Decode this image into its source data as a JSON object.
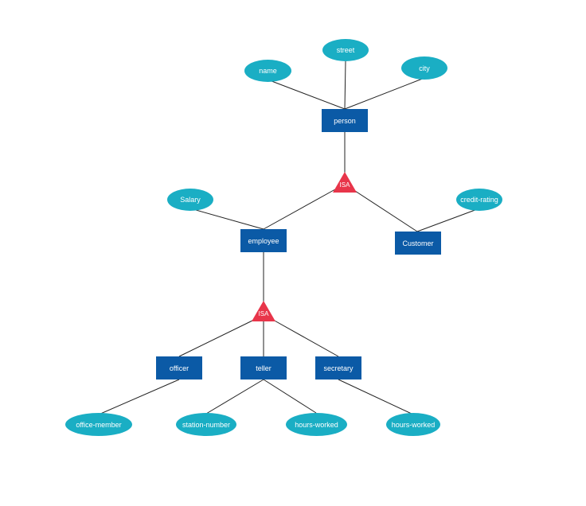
{
  "colors": {
    "entity": "#0b5aa6",
    "attribute": "#1aaec4",
    "isa": "#e8354a",
    "edge": "#222222",
    "background": "#ffffff"
  },
  "entities": {
    "person": "person",
    "employee": "employee",
    "customer": "Customer",
    "officer": "officer",
    "teller": "teller",
    "secretary": "secretary"
  },
  "attributes": {
    "name": "name",
    "street": "street",
    "city": "city",
    "salary": "Salary",
    "credit_rating": "credit-rating",
    "office_member": "office-member",
    "station_number": "station-number",
    "teller_hours_worked": "hours-worked",
    "secretary_hours_worked": "hours-worked"
  },
  "isa": {
    "person": "ISA",
    "employee": "ISA"
  }
}
